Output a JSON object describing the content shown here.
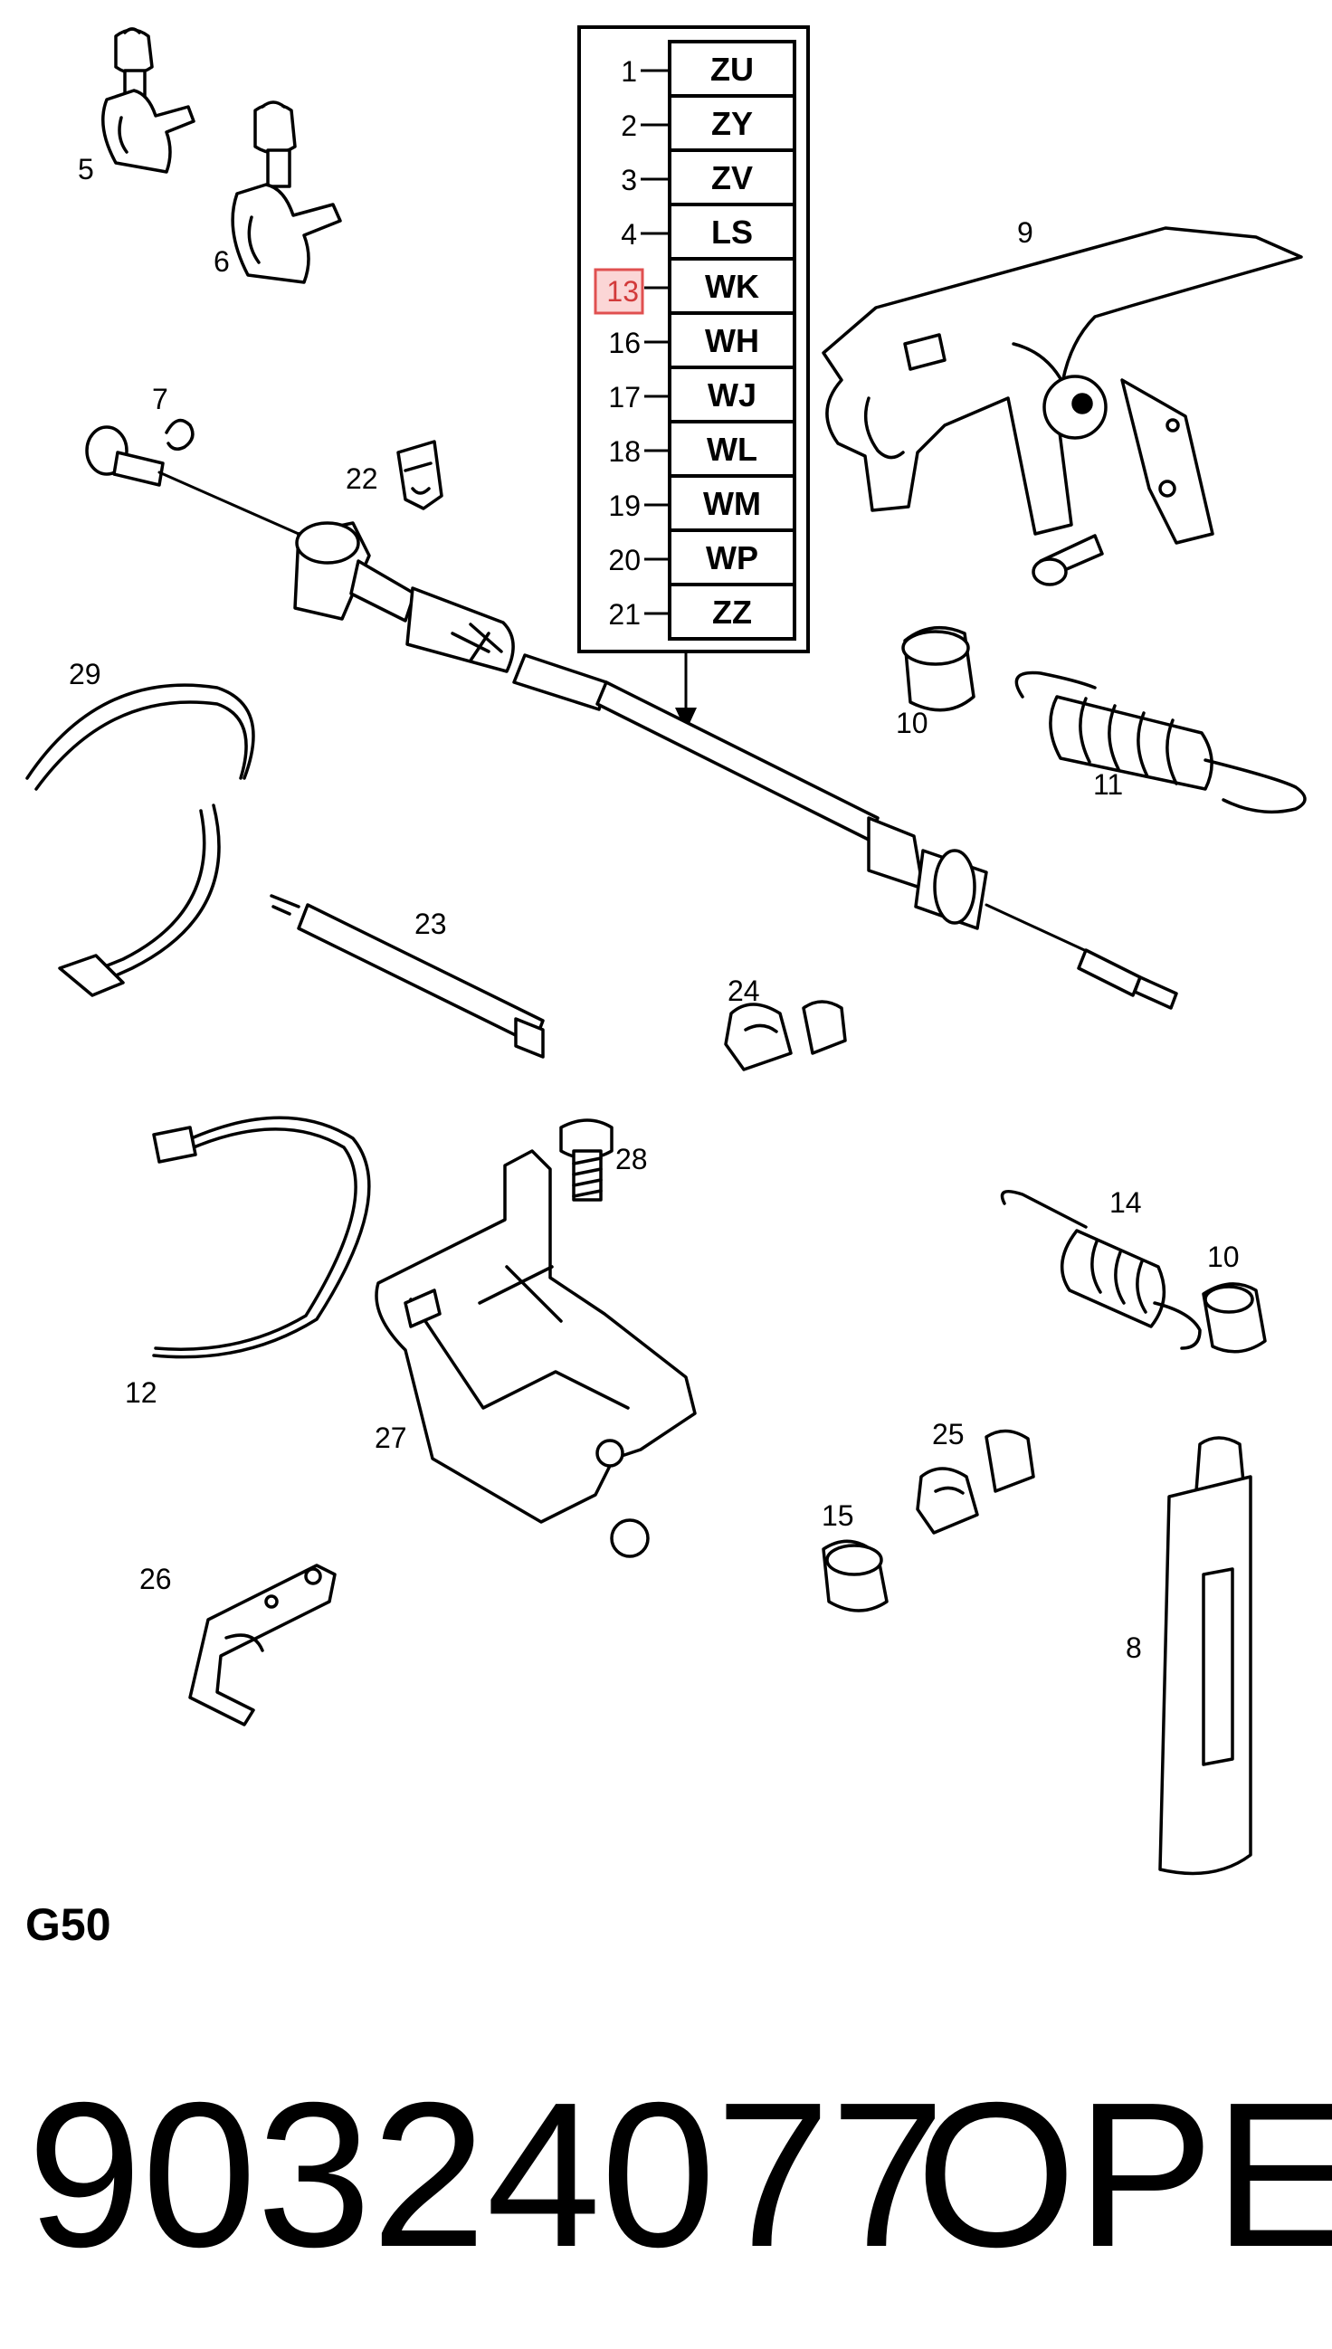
{
  "diagram": {
    "code": "G50",
    "part_number": "90324077",
    "brand": "OPEL",
    "highlighted_callout": "13",
    "highlight_color": "#e05050",
    "variant_table": [
      {
        "callout": "1",
        "code": "ZU"
      },
      {
        "callout": "2",
        "code": "ZY"
      },
      {
        "callout": "3",
        "code": "ZV"
      },
      {
        "callout": "4",
        "code": "LS"
      },
      {
        "callout": "13",
        "code": "WK"
      },
      {
        "callout": "16",
        "code": "WH"
      },
      {
        "callout": "17",
        "code": "WJ"
      },
      {
        "callout": "18",
        "code": "WL"
      },
      {
        "callout": "19",
        "code": "WM"
      },
      {
        "callout": "20",
        "code": "WP"
      },
      {
        "callout": "21",
        "code": "ZZ"
      }
    ],
    "callouts": [
      "5",
      "6",
      "7",
      "9",
      "22",
      "29",
      "10",
      "11",
      "23",
      "24",
      "28",
      "14",
      "10",
      "12",
      "27",
      "25",
      "15",
      "26",
      "8"
    ]
  }
}
